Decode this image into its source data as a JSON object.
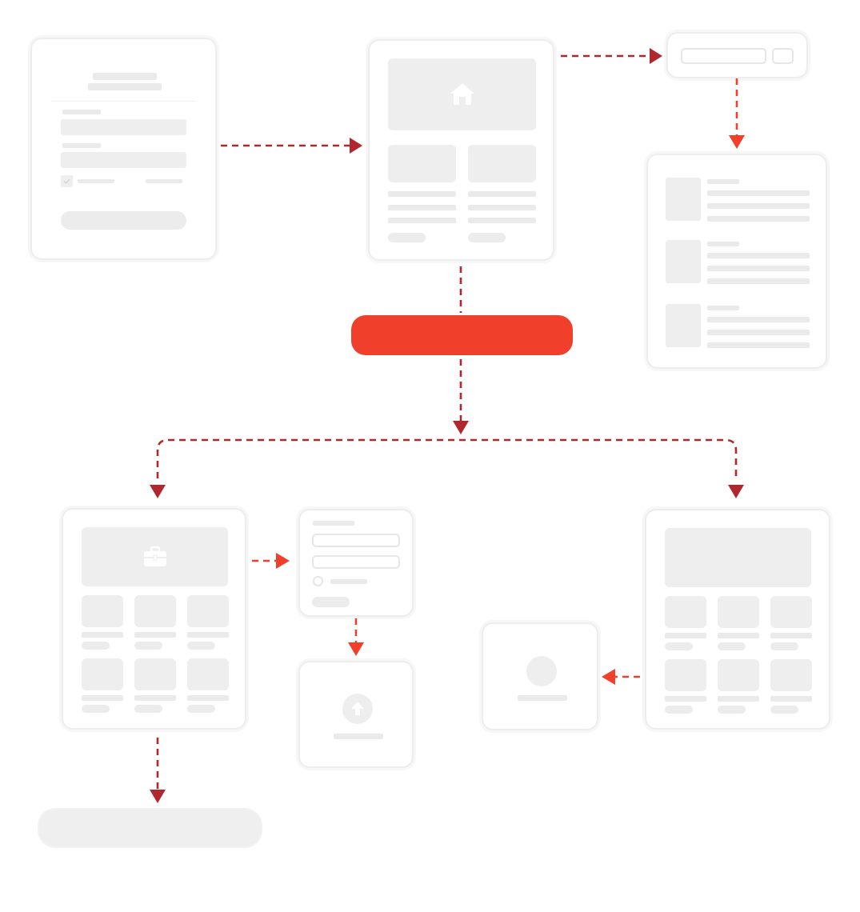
{
  "colors": {
    "arrow_dark": "#b0282d",
    "arrow_bright": "#f0402c",
    "accent_bar": "#f0402c",
    "placeholder": "#eeeeee",
    "card_border": "#ededed",
    "background": "#ffffff"
  },
  "icons": {
    "home": "home-icon",
    "briefcase": "briefcase-icon",
    "upload": "upload-icon",
    "user": "user-avatar-icon",
    "check": "checkbox-check-icon"
  },
  "screens": [
    "login-screen",
    "home-screen",
    "search-bar-screen",
    "search-results-screen",
    "category-screen",
    "form-screen",
    "upload-screen",
    "product-grid-screen",
    "profile-screen"
  ],
  "nodes": [
    "primary-action-node",
    "bottom-terminal-node"
  ]
}
